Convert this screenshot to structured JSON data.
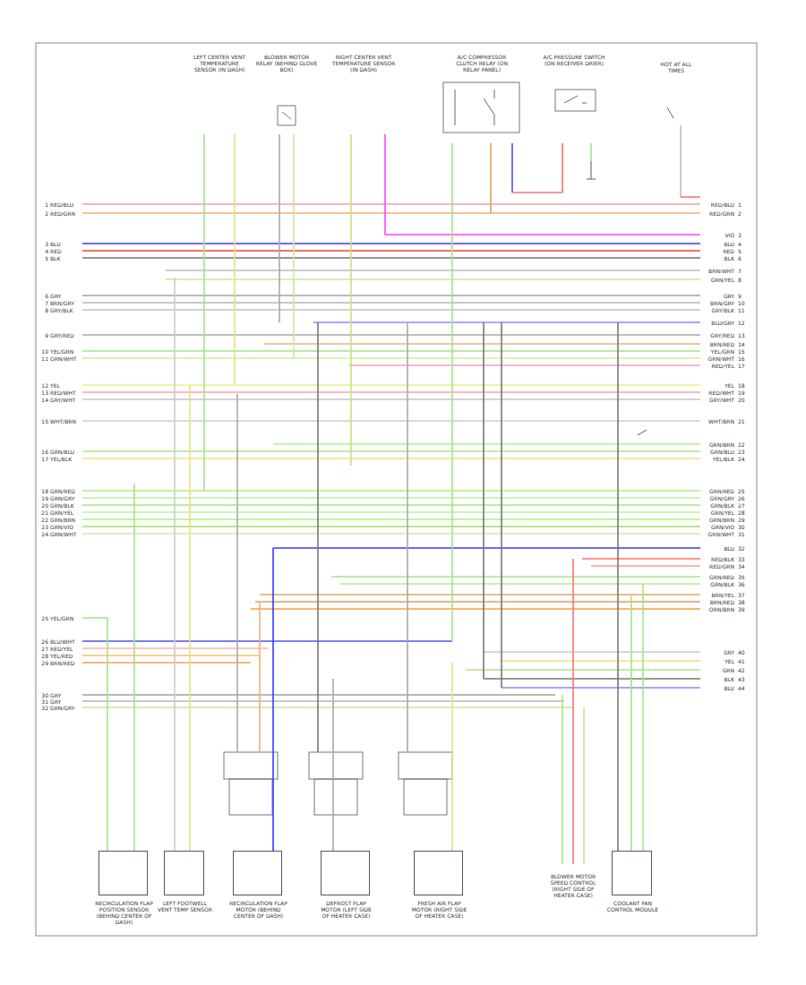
{
  "diagram": {
    "nodes": [
      {
        "text": [
          "RECIRCULATION FLAP POSITION SENSOR (BEHIND CENTER OF DASH)"
        ]
      },
      {
        "text": [
          "LEFT FOOTWELL VENT TEMP SENSOR"
        ]
      },
      {
        "text": [
          "RECIRCULATION FLAP MOTOR (BEHIND CENTER OF DASH)"
        ]
      },
      {
        "text": [
          "DEFROST FLAP MOTOR (LEFT SIDE OF HEATER CASE)"
        ]
      },
      {
        "text": [
          "FRESH AIR FLAP MOTOR (RIGHT SIDE OF HEATER CASE)"
        ]
      },
      {
        "text": [
          "COOLANT FAN CONTROL MODULE"
        ]
      }
    ],
    "labels": [
      "LEFT CENTER VENT TEMPERATURE SENSOR (IN DASH)",
      "BLOWER MOTOR RELAY (BEHIND GLOVE BOX)",
      "RIGHT CENTER VENT TEMPERATURE SENSOR (IN DASH)",
      "A/C COMPRESSOR CLUTCH RELAY (ON RELAY PANEL)",
      "A/C PRESSURE SWITCH (ON RECEIVER DRIER)",
      "HOT AT ALL TIMES",
      "BLOWER MOTOR SPEED CONTROL (RIGHT SIDE OF HEATER CASE)",
      "1",
      "RED/BLU",
      "RED/BLU",
      "1",
      "2",
      "RED/GRN",
      "RED/GRN",
      "2",
      "VIO",
      "3",
      "3",
      "BLU",
      "BLU",
      "4",
      "4",
      "RED",
      "RED",
      "5",
      "5",
      "BLK",
      "BLK",
      "6",
      "BRN/WHT",
      "7",
      "GRN/YEL",
      "8",
      "6",
      "GRY",
      "GRY",
      "9",
      "7",
      "BRN/GRY",
      "BRN/GRY",
      "10",
      "8",
      "GRY/BLK",
      "GRY/BLK",
      "11",
      "BLU/GRY",
      "12",
      "9",
      "GRY/RED",
      "GRY/RED",
      "13",
      "BRN/RED",
      "14",
      "10",
      "YEL/GRN",
      "YEL/GRN",
      "15",
      "11",
      "GRN/WHT",
      "GRN/WHT",
      "16",
      "RED/YEL",
      "17",
      "12",
      "YEL",
      "YEL",
      "18",
      "13",
      "RED/WHT",
      "RED/WHT",
      "19",
      "14",
      "GRY/WHT",
      "GRY/WHT",
      "20",
      "15",
      "WHT/BRN",
      "WHT/BRN",
      "21",
      "GRN/BRN",
      "22",
      "16",
      "GRN/BLU",
      "GRN/BLU",
      "23",
      "17",
      "YEL/BLK",
      "YEL/BLK",
      "24",
      "18",
      "GRN/RED",
      "GRN/RED",
      "25",
      "19",
      "GRN/GRY",
      "GRN/GRY",
      "26",
      "20",
      "GRN/BLK",
      "GRN/BLK",
      "27",
      "21",
      "GRN/YEL",
      "GRN/YEL",
      "28",
      "22",
      "GRN/BRN",
      "GRN/BRN",
      "29",
      "23",
      "GRN/VIO",
      "GRN/VIO",
      "30",
      "24",
      "GRN/WHT",
      "GRN/WHT",
      "31",
      "BLU",
      "32",
      "RED/BLK",
      "33",
      "RED/GRN",
      "34",
      "GRN/RED",
      "35",
      "GRN/BLK",
      "36",
      "BRN/YEL",
      "37",
      "BRN/RED",
      "38",
      "ORN/BRN",
      "39",
      "25",
      "YEL/GRN",
      "26",
      "BLU/WHT",
      "27",
      "RED/YEL",
      "28",
      "YEL/RED",
      "29",
      "BRN/RED",
      "GRY",
      "40",
      "YEL",
      "41",
      "GRN",
      "42",
      "BLK",
      "43",
      "BLU",
      "44",
      "30",
      "GRY",
      "31",
      "GRY",
      "32",
      "GRN/GRY"
    ]
  }
}
